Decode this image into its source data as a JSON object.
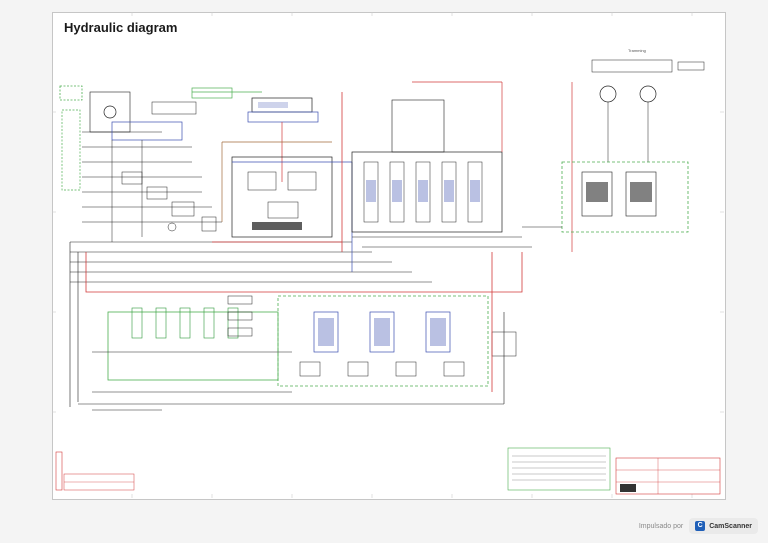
{
  "sheet": {
    "title": "Hydraulic diagram",
    "section_label": "Tramming",
    "colors": {
      "line_black": "#222222",
      "line_red": "#d23a3a",
      "line_blue": "#3b4fb0",
      "line_green": "#2e9a3a",
      "line_brown": "#a06a3a",
      "dash_green": "#4caf50"
    }
  },
  "footer": {
    "prefix": "Impulsado por",
    "brand": "CamScanner",
    "brand_icon": "camscanner-logo-icon"
  }
}
